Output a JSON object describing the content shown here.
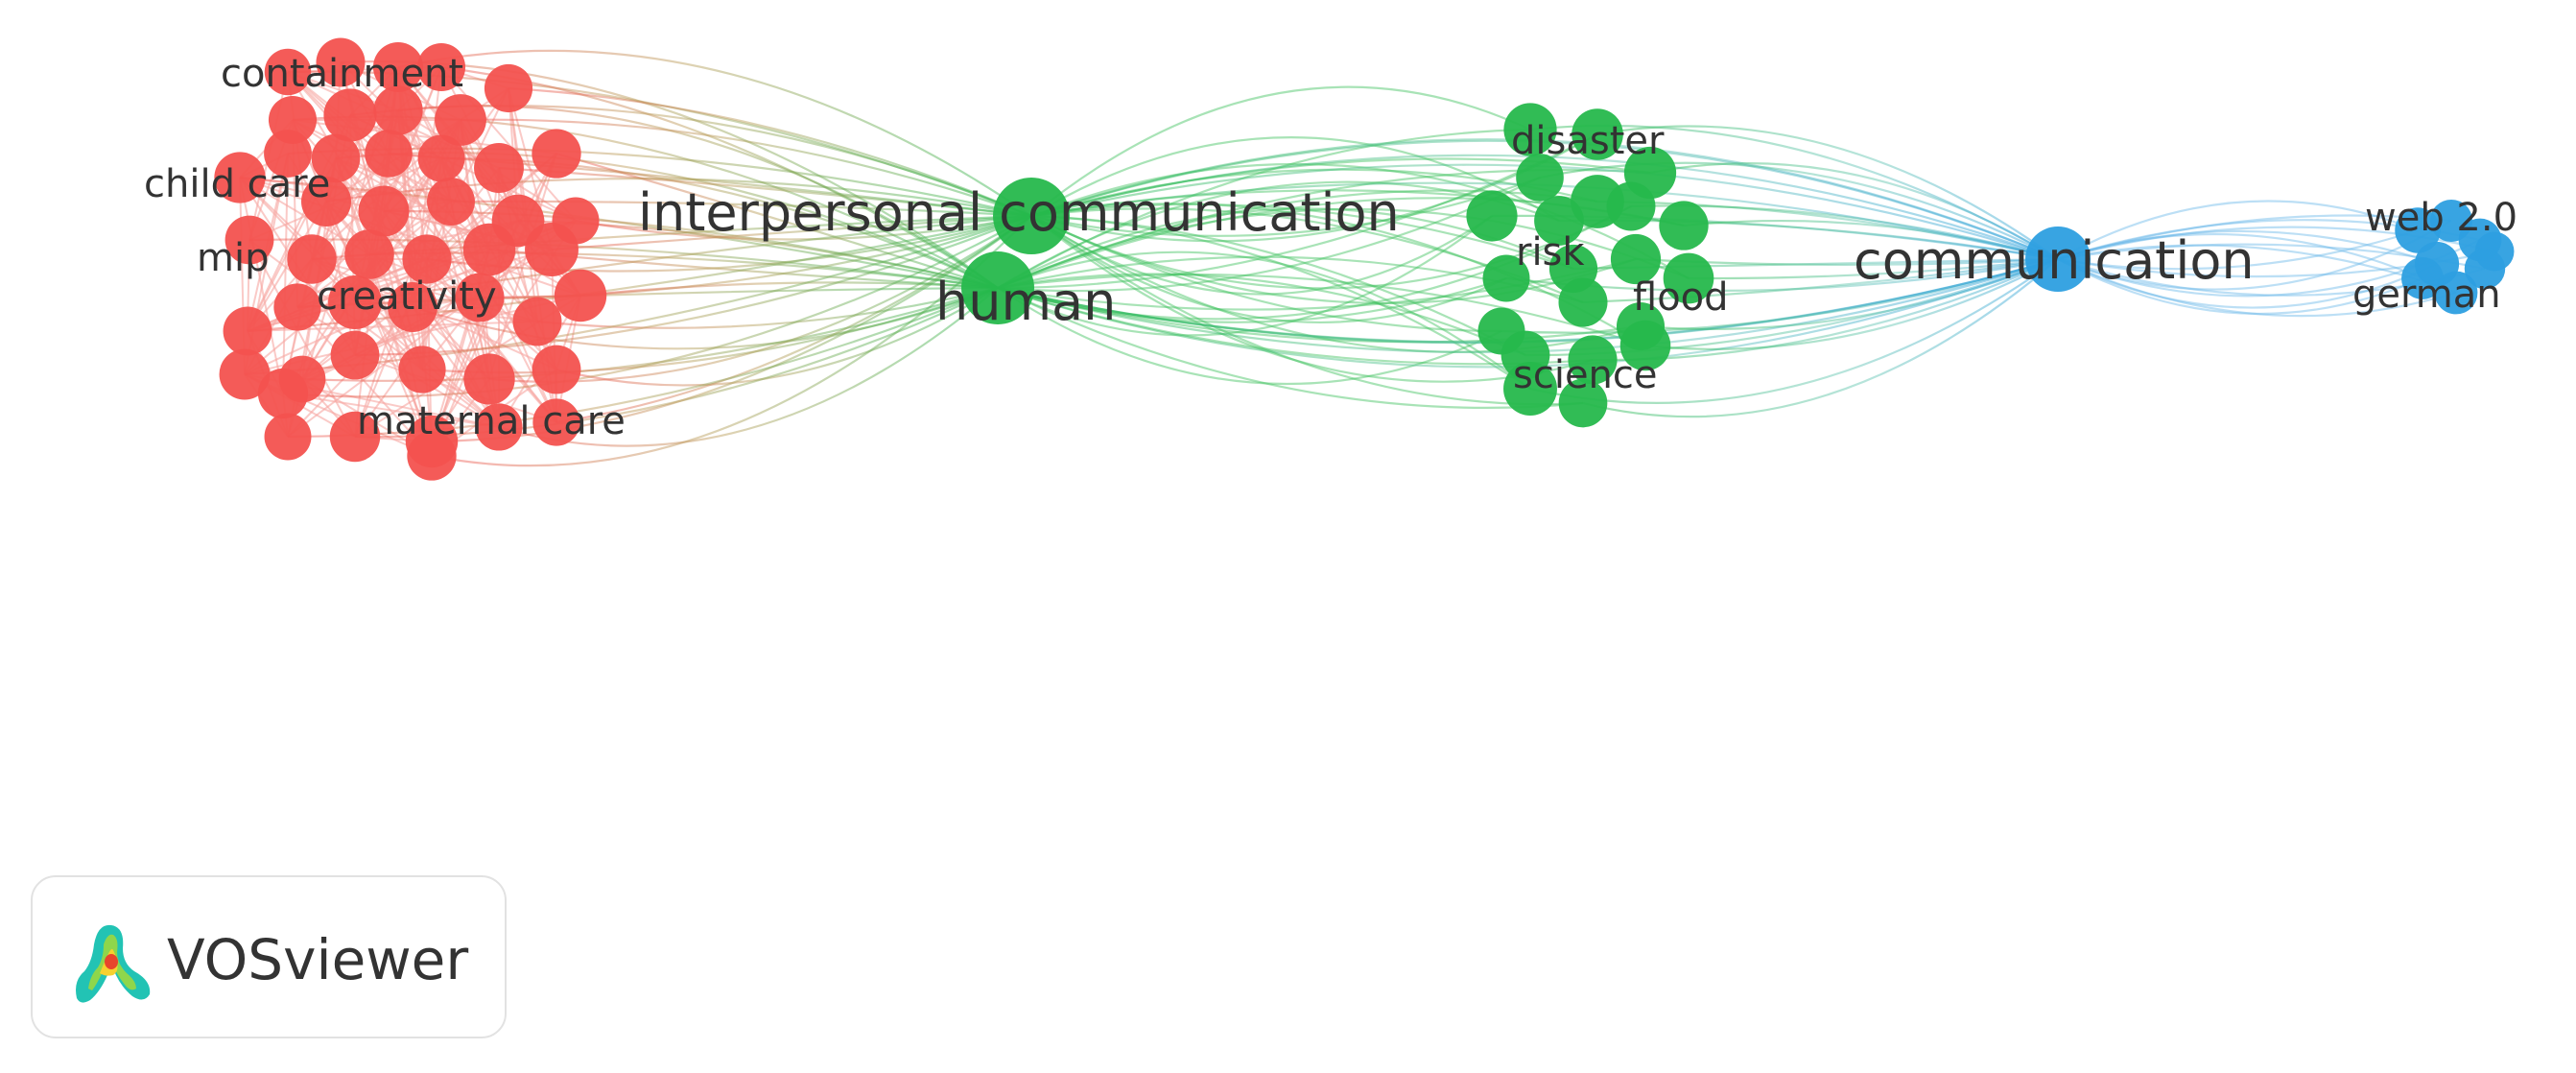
{
  "branding": {
    "logo_text": "VOSviewer"
  },
  "colors": {
    "cluster_red": "#f3524f",
    "cluster_green": "#26b84c",
    "cluster_blue": "#2d9fe0",
    "label": "#333333"
  },
  "network": {
    "clusters": [
      {
        "id": "red",
        "color": "#f3524f"
      },
      {
        "id": "green",
        "color": "#26b84c"
      },
      {
        "id": "blue",
        "color": "#2d9fe0"
      }
    ],
    "labels": {
      "containment": "containment",
      "child_care": "child care",
      "mip": "mip",
      "creativity": "creativity",
      "maternal_care": "maternal care",
      "interpersonal_communication": "interpersonal communication",
      "human": "human",
      "disaster": "disaster",
      "risk": "risk",
      "flood": "flood",
      "science": "science",
      "communication": "communication",
      "web_2_0": "web 2.0",
      "german": "german"
    }
  }
}
